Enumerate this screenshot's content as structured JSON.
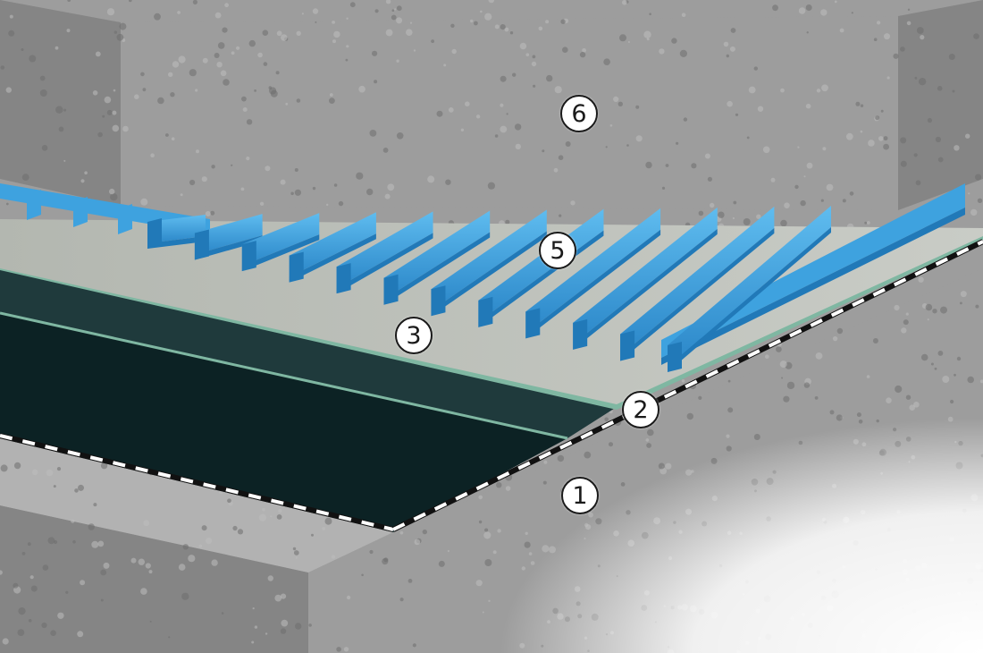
{
  "diagram": {
    "callouts": [
      {
        "id": "c6",
        "label": "6",
        "part": "concrete-slab"
      },
      {
        "id": "c5",
        "label": "5",
        "part": "drainage-grid"
      },
      {
        "id": "c3",
        "label": "3",
        "part": "protection-layer"
      },
      {
        "id": "c2",
        "label": "2",
        "part": "separation-film"
      },
      {
        "id": "c1",
        "label": "1",
        "part": "concrete-substrate"
      }
    ]
  },
  "colors": {
    "concrete": "#9d9d9d",
    "concrete_dark": "#858585",
    "concrete_light": "#b2b2b2",
    "membrane_dark": "#0c2224",
    "membrane_mid": "#1f3a3c",
    "film_green": "#7fb7a2",
    "protection_layer": "#b8bcb5",
    "drainage_blue": "#3ea2df",
    "drainage_blue_dark": "#2179b8",
    "dash_white": "#ffffff",
    "dash_black": "#111111"
  }
}
